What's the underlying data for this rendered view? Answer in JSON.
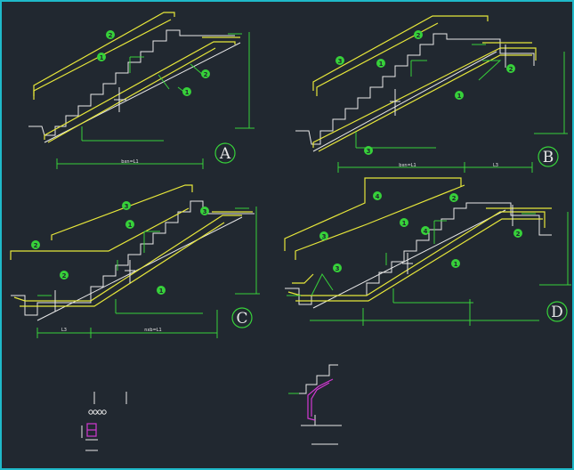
{
  "panels": [
    {
      "label": "A",
      "dim_labels": [
        "bxn=L1"
      ],
      "bars": [
        "2",
        "1",
        "2",
        "1"
      ]
    },
    {
      "label": "B",
      "dim_labels": [
        "bxn=L1",
        "L3"
      ],
      "bars": [
        "3",
        "2",
        "1",
        "2",
        "1",
        "3"
      ]
    },
    {
      "label": "C",
      "dim_labels": [
        "L3",
        "nxb=L1"
      ],
      "bars": [
        "3",
        "1",
        "2",
        "3",
        "2",
        "1"
      ]
    },
    {
      "label": "D",
      "dim_labels": [],
      "bars": [
        "4",
        "2",
        "1",
        "3",
        "4",
        "2",
        "1",
        "3"
      ]
    }
  ],
  "colors": {
    "rebar": "#e7e73a",
    "outline": "#e9e9e9",
    "dimension": "#37d13a",
    "detail": "#d238d2",
    "frame": "#1fb9c9"
  }
}
